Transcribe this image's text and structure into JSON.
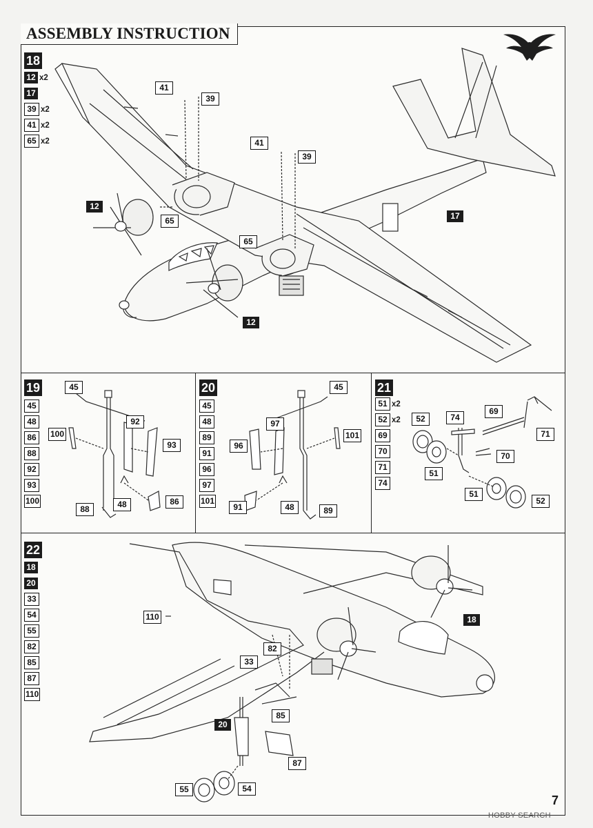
{
  "header": {
    "title": "ASSEMBLY INSTRUCTION"
  },
  "page_number": "7",
  "watermark": "HOBBY SEARCH",
  "steps": {
    "s18": {
      "number": "18",
      "parts": [
        {
          "n": "12",
          "qty": "x2",
          "style": "blk"
        },
        {
          "n": "17",
          "qty": "",
          "style": "blk"
        },
        {
          "n": "39",
          "qty": "x2",
          "style": "wht"
        },
        {
          "n": "41",
          "qty": "x2",
          "style": "wht"
        },
        {
          "n": "65",
          "qty": "x2",
          "style": "wht"
        }
      ],
      "callouts": {
        "c41a": "41",
        "c39a": "39",
        "c41b": "41",
        "c39b": "39",
        "c12a": "12",
        "c65a": "65",
        "c65b": "65",
        "c17": "17",
        "c12b": "12"
      }
    },
    "s19": {
      "number": "19",
      "parts": [
        {
          "n": "45",
          "qty": "",
          "style": "wht"
        },
        {
          "n": "48",
          "qty": "",
          "style": "wht"
        },
        {
          "n": "86",
          "qty": "",
          "style": "wht"
        },
        {
          "n": "88",
          "qty": "",
          "style": "wht"
        },
        {
          "n": "92",
          "qty": "",
          "style": "wht"
        },
        {
          "n": "93",
          "qty": "",
          "style": "wht"
        },
        {
          "n": "100",
          "qty": "",
          "style": "wht"
        }
      ],
      "callouts": {
        "c45": "45",
        "c92": "92",
        "c100": "100",
        "c93": "93",
        "c48": "48",
        "c86": "86",
        "c88": "88"
      }
    },
    "s20": {
      "number": "20",
      "parts": [
        {
          "n": "45",
          "qty": "",
          "style": "wht"
        },
        {
          "n": "48",
          "qty": "",
          "style": "wht"
        },
        {
          "n": "89",
          "qty": "",
          "style": "wht"
        },
        {
          "n": "91",
          "qty": "",
          "style": "wht"
        },
        {
          "n": "96",
          "qty": "",
          "style": "wht"
        },
        {
          "n": "97",
          "qty": "",
          "style": "wht"
        },
        {
          "n": "101",
          "qty": "",
          "style": "wht"
        }
      ],
      "callouts": {
        "c45": "45",
        "c97": "97",
        "c101": "101",
        "c96": "96",
        "c48": "48",
        "c91": "91",
        "c89": "89"
      }
    },
    "s21": {
      "number": "21",
      "parts": [
        {
          "n": "51",
          "qty": "x2",
          "style": "wht"
        },
        {
          "n": "52",
          "qty": "x2",
          "style": "wht"
        },
        {
          "n": "69",
          "qty": "",
          "style": "wht"
        },
        {
          "n": "70",
          "qty": "",
          "style": "wht"
        },
        {
          "n": "71",
          "qty": "",
          "style": "wht"
        },
        {
          "n": "74",
          "qty": "",
          "style": "wht"
        }
      ],
      "callouts": {
        "c52a": "52",
        "c74": "74",
        "c69": "69",
        "c71": "71",
        "c70": "70",
        "c51a": "51",
        "c51b": "51",
        "c52b": "52"
      }
    },
    "s22": {
      "number": "22",
      "parts": [
        {
          "n": "18",
          "qty": "",
          "style": "blk"
        },
        {
          "n": "20",
          "qty": "",
          "style": "blk"
        },
        {
          "n": "33",
          "qty": "",
          "style": "wht"
        },
        {
          "n": "54",
          "qty": "",
          "style": "wht"
        },
        {
          "n": "55",
          "qty": "",
          "style": "wht"
        },
        {
          "n": "82",
          "qty": "",
          "style": "wht"
        },
        {
          "n": "85",
          "qty": "",
          "style": "wht"
        },
        {
          "n": "87",
          "qty": "",
          "style": "wht"
        },
        {
          "n": "110",
          "qty": "",
          "style": "wht"
        }
      ],
      "callouts": {
        "c110": "110",
        "c18": "18",
        "c82": "82",
        "c33": "33",
        "c85": "85",
        "c20": "20",
        "c87": "87",
        "c55": "55",
        "c54": "54"
      }
    }
  }
}
